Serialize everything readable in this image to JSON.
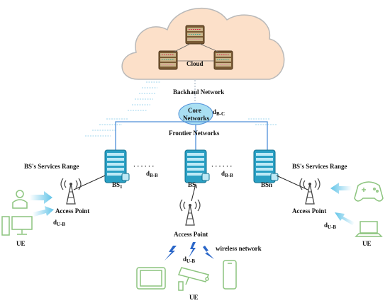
{
  "labels": {
    "cloud": "Cloud",
    "backhaul": "Backhaul Network",
    "core_line1": "Core",
    "core_line2": "Networks",
    "d_bc_main": "d",
    "d_bc_sub": "B-C",
    "frontier": "Frontier Networks",
    "services_left": "BS's Services Range",
    "services_right": "BS's Services Range",
    "bs1_main": "BS",
    "bs1_sub": "1",
    "bsi_main": "BS",
    "bsi_sub": "i",
    "bsn": "BSn",
    "dbb_main": "d",
    "dbb_sub": "B-B",
    "ap_left": "Access Point",
    "ap_center": "Access Point",
    "ap_right": "Access Point",
    "dub_main": "d",
    "dub_sub": "U-B",
    "ue_left": "UE",
    "ue_center": "UE",
    "ue_right": "UE",
    "wireless": "wireless network",
    "dots": "· · · · · ·"
  },
  "colors": {
    "cloud_fill": "#fce0c9",
    "cloud_stroke": "#b9b9b9",
    "server_body": "#8a6a3a",
    "server_stripe": "#5fa8c0",
    "bs_fill": "#2aa0c4",
    "core_fill": "#a9dff2",
    "device_green": "#8cc47e",
    "arrow_blue": "#7fd0ec",
    "link_blue": "#4f8fd8",
    "lightning": "#2a66c8"
  }
}
